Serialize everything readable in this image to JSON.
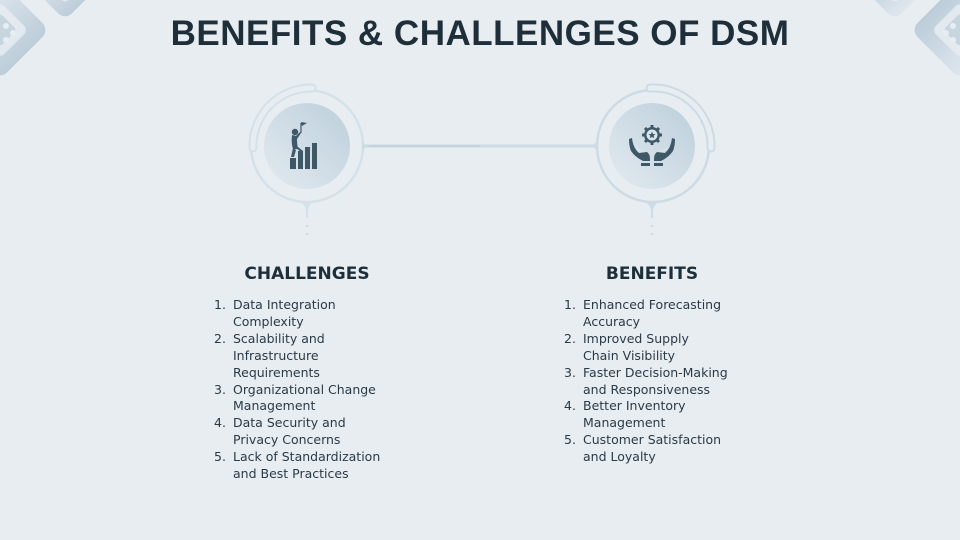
{
  "slide": {
    "title": "BENEFITS & CHALLENGES OF DSM",
    "colors": {
      "background": "#e8edf2",
      "title": "#1e2f3a",
      "icon": "#3e5868",
      "ring": "#cddbe4"
    }
  },
  "challenges": {
    "icon": "person-climbing-bar-chart-icon",
    "heading": "CHALLENGES",
    "items": [
      {
        "num": "1.",
        "text": [
          "Data Integration",
          "Complexity"
        ]
      },
      {
        "num": "2.",
        "text": [
          "Scalability and",
          "Infrastructure",
          "Requirements"
        ]
      },
      {
        "num": "3.",
        "text": [
          "Organizational Change",
          "Management"
        ]
      },
      {
        "num": "4.",
        "text": [
          "Data Security and",
          "Privacy Concerns"
        ]
      },
      {
        "num": "5.",
        "text": [
          "Lack of Standardization",
          "and Best Practices"
        ]
      }
    ]
  },
  "benefits": {
    "icon": "hands-holding-gear-star-icon",
    "heading": "BENEFITS",
    "items": [
      {
        "num": "1.",
        "text": [
          "Enhanced Forecasting",
          "Accuracy"
        ]
      },
      {
        "num": "2.",
        "text": [
          "Improved Supply",
          "Chain Visibility"
        ]
      },
      {
        "num": "3.",
        "text": [
          "Faster Decision-Making",
          "and Responsiveness"
        ]
      },
      {
        "num": "4.",
        "text": [
          "Better Inventory",
          "Management"
        ]
      },
      {
        "num": "5.",
        "text": [
          "Customer Satisfaction",
          "and Loyalty"
        ]
      }
    ]
  }
}
